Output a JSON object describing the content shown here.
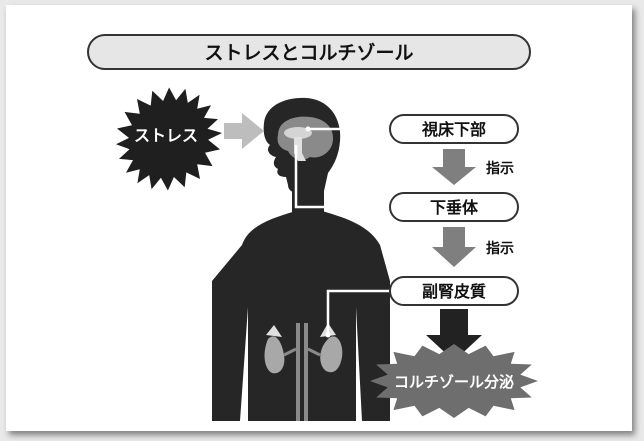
{
  "title": "ストレスとコルチゾール",
  "stress": "ストレス",
  "steps": [
    {
      "label": "視床下部"
    },
    {
      "label": "下垂体"
    },
    {
      "label": "副腎皮質"
    }
  ],
  "arrow_labels": [
    "指示",
    "指示"
  ],
  "output": "コルチゾール分泌",
  "colors": {
    "silhouette": "#262626",
    "box_fill": "#ffffff",
    "box_stroke": "#333333",
    "title_fill": "#e6e6e6",
    "arrow_gray": "#7f7f7f",
    "arrow_dark": "#222222",
    "burst_dark": "#1f1f1f",
    "burst_gray": "#6e6e6e",
    "organ_gray": "#a8a8a8"
  }
}
